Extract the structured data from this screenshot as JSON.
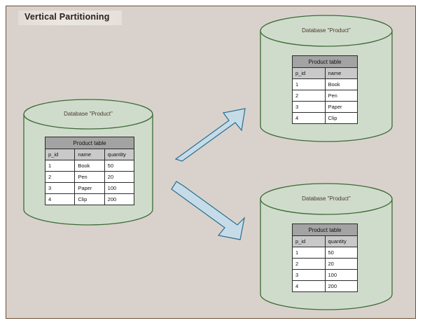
{
  "diagram": {
    "title": "Vertical Partitioning",
    "canvas_color": "#d9d2cc",
    "border_color": "#6b4f34",
    "cylinder_fill": "#cfdccb",
    "cylinder_stroke": "#3c6b35",
    "arrow_fill": "#c5dce8",
    "arrow_stroke": "#2b6c8f",
    "table_title_bg": "#a3a3a3",
    "table_header_bg": "#c9c9c9"
  },
  "source_db": {
    "label": "Database \"Product\"",
    "table": {
      "title": "Product table",
      "columns": [
        "p_id",
        "name",
        "quantity"
      ],
      "rows": [
        [
          "1",
          "Book",
          "50"
        ],
        [
          "2",
          "Pen",
          "20"
        ],
        [
          "3",
          "Paper",
          "100"
        ],
        [
          "4",
          "Clip",
          "200"
        ]
      ]
    }
  },
  "partition_top": {
    "label": "Database \"Product\"",
    "table": {
      "title": "Product table",
      "columns": [
        "p_id",
        "name"
      ],
      "rows": [
        [
          "1",
          "Book"
        ],
        [
          "2",
          "Pen"
        ],
        [
          "3",
          "Paper"
        ],
        [
          "4",
          "Clip"
        ]
      ]
    }
  },
  "partition_bottom": {
    "label": "Database \"Product\"",
    "table": {
      "title": "Product table",
      "columns": [
        "p_id",
        "quantity"
      ],
      "rows": [
        [
          "1",
          "50"
        ],
        [
          "2",
          "20"
        ],
        [
          "3",
          "100"
        ],
        [
          "4",
          "200"
        ]
      ]
    }
  },
  "arrows": [
    {
      "name": "arrow-to-top-partition",
      "direction": "up-right"
    },
    {
      "name": "arrow-to-bottom-partition",
      "direction": "down-right"
    }
  ]
}
